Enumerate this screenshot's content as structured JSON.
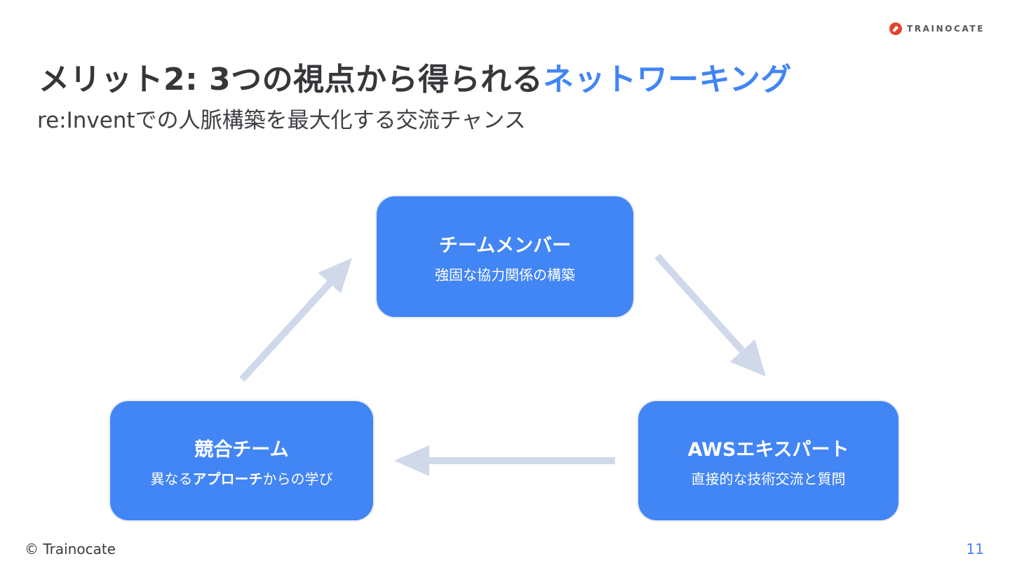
{
  "slide": {
    "title": {
      "main": "メリット2: 3つの視点から得られる",
      "accent": "ネットワーキング"
    },
    "subtitle": "re:Inventでの人脈構築を最大化する交流チャンス",
    "logo": {
      "text": "TRAINOCATE",
      "icon": "trainocate-swoosh-icon"
    },
    "footer": {
      "copyright": "© Trainocate",
      "page_number": "11"
    }
  },
  "diagram": {
    "type": "cycle",
    "nodes": [
      {
        "id": "team-members",
        "position": "top",
        "title": "チームメンバー",
        "description": "強固な協力関係の構築"
      },
      {
        "id": "aws-experts",
        "position": "bottom-right",
        "title": "AWSエキスパート",
        "description": "直接的な技術交流と質問"
      },
      {
        "id": "rival-teams",
        "position": "bottom-left",
        "title": "競合チーム",
        "description_prefix": "異なる",
        "description_bold": "アプローチ",
        "description_suffix": "からの学び"
      }
    ],
    "arrows": [
      {
        "from": "team-members",
        "to": "aws-experts",
        "direction": "down-right"
      },
      {
        "from": "aws-experts",
        "to": "rival-teams",
        "direction": "left"
      },
      {
        "from": "rival-teams",
        "to": "team-members",
        "direction": "up-right"
      }
    ]
  },
  "colors": {
    "accent_blue": "#4285f4",
    "node_fill": "#4285f4",
    "node_text": "#ffffff",
    "arrow_fill": "#cfd9ea",
    "title_text": "#37373b",
    "logo_red": "#e2432e",
    "page_number_blue": "#4285f4"
  }
}
